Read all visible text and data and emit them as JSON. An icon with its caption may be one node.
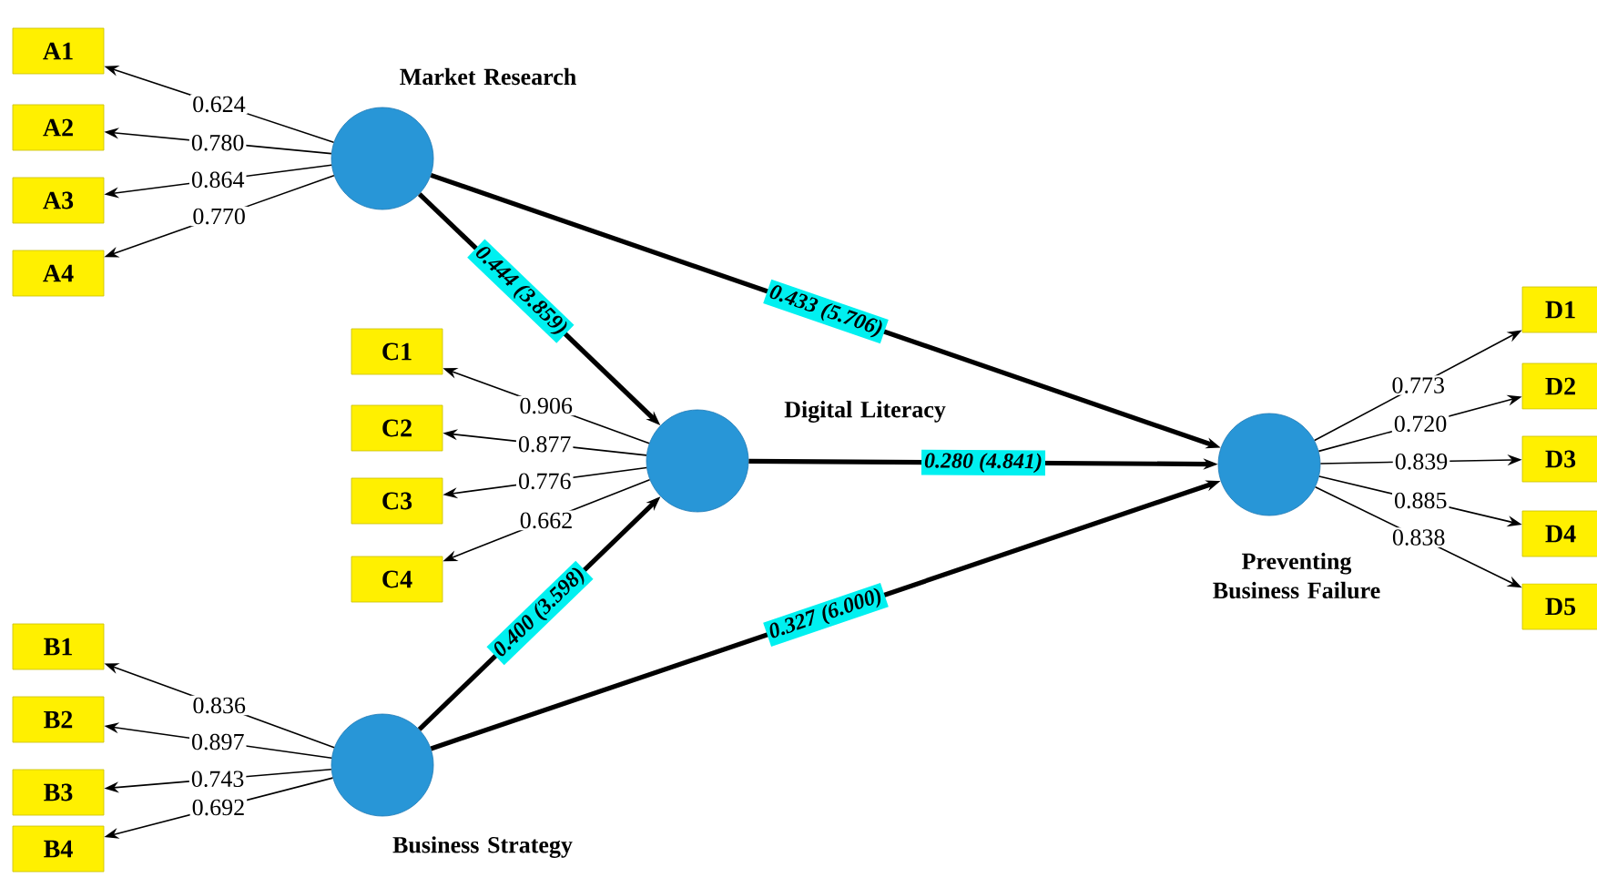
{
  "diagram": {
    "nodes": [
      {
        "text": [
          "Market Research"
        ]
      },
      {
        "text": [
          "A1"
        ]
      },
      {
        "text": [
          "A2"
        ]
      },
      {
        "text": [
          "A3"
        ]
      },
      {
        "text": [
          "A4"
        ]
      },
      {
        "text": [
          "Digital Literacy"
        ]
      },
      {
        "text": [
          "C1"
        ]
      },
      {
        "text": [
          "C2"
        ]
      },
      {
        "text": [
          "C3"
        ]
      },
      {
        "text": [
          "C4"
        ]
      },
      {
        "text": [
          "Business Strategy"
        ]
      },
      {
        "text": [
          "B1"
        ]
      },
      {
        "text": [
          "B2"
        ]
      },
      {
        "text": [
          "B3"
        ]
      },
      {
        "text": [
          "B4"
        ]
      },
      {
        "text": [
          "Preventing Business Failure"
        ]
      },
      {
        "text": [
          "D1"
        ]
      },
      {
        "text": [
          "D2"
        ]
      },
      {
        "text": [
          "D3"
        ]
      },
      {
        "text": [
          "D4"
        ]
      },
      {
        "text": [
          "D5"
        ]
      }
    ],
    "edges": [
      {
        "from": 0,
        "to": 1,
        "arrow": "to",
        "label": "0.624"
      },
      {
        "from": 0,
        "to": 2,
        "arrow": "to",
        "label": "0.780"
      },
      {
        "from": 0,
        "to": 3,
        "arrow": "to",
        "label": "0.864"
      },
      {
        "from": 0,
        "to": 4,
        "arrow": "to",
        "label": "0.770"
      },
      {
        "from": 5,
        "to": 6,
        "arrow": "to",
        "label": "0.906"
      },
      {
        "from": 5,
        "to": 7,
        "arrow": "to",
        "label": "0.877"
      },
      {
        "from": 5,
        "to": 8,
        "arrow": "to",
        "label": "0.776"
      },
      {
        "from": 5,
        "to": 9,
        "arrow": "to",
        "label": "0.662"
      },
      {
        "from": 10,
        "to": 11,
        "arrow": "to",
        "label": "0.836"
      },
      {
        "from": 10,
        "to": 12,
        "arrow": "to",
        "label": "0.897"
      },
      {
        "from": 10,
        "to": 13,
        "arrow": "to",
        "label": "0.743"
      },
      {
        "from": 10,
        "to": 14,
        "arrow": "to",
        "label": "0.692"
      },
      {
        "from": 15,
        "to": 16,
        "arrow": "to",
        "label": "0.773"
      },
      {
        "from": 15,
        "to": 17,
        "arrow": "to",
        "label": "0.720"
      },
      {
        "from": 15,
        "to": 18,
        "arrow": "to",
        "label": "0.839"
      },
      {
        "from": 15,
        "to": 19,
        "arrow": "to",
        "label": "0.885"
      },
      {
        "from": 15,
        "to": 20,
        "arrow": "to",
        "label": "0.838"
      },
      {
        "from": 0,
        "to": 5,
        "arrow": "to",
        "label": "0.444 (3.859)",
        "style": "thick"
      },
      {
        "from": 0,
        "to": 15,
        "arrow": "to",
        "label": "0.433 (5.706)",
        "style": "thick"
      },
      {
        "from": 5,
        "to": 15,
        "arrow": "to",
        "label": "0.280 (4.841)",
        "style": "thick"
      },
      {
        "from": 10,
        "to": 5,
        "arrow": "to",
        "label": "0.400 (3.598)",
        "style": "thick"
      },
      {
        "from": 10,
        "to": 15,
        "arrow": "to",
        "label": "0.327 (6.000)",
        "style": "thick"
      }
    ]
  }
}
